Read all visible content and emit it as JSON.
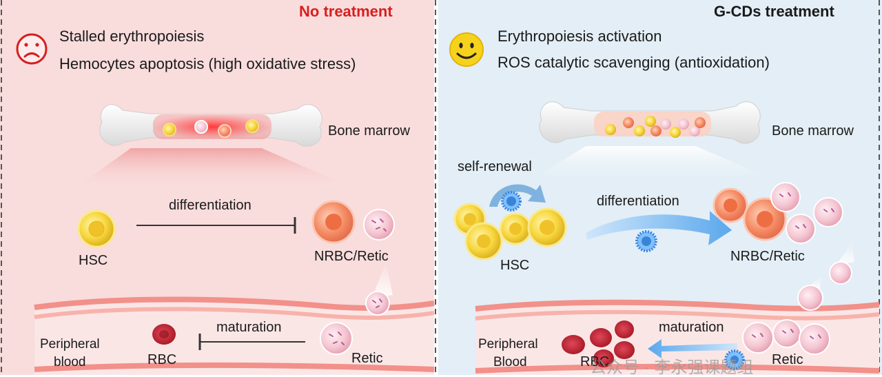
{
  "left": {
    "title": "No treatment",
    "lines": [
      "Stalled erythropoiesis",
      "Hemocytes apoptosis (high oxidative stress)"
    ],
    "bone_label": "Bone marrow",
    "arrow_label": "differentiation",
    "source_cell": "HSC",
    "target_cells": "NRBC/Retic",
    "vessel_arrow_label": "maturation",
    "vessel_region": [
      "Peripheral",
      "blood"
    ],
    "mature_cell": "RBC",
    "immature_cell": "Retic"
  },
  "right": {
    "title": "G-CDs treatment",
    "lines": [
      "Erythropoiesis activation",
      "ROS catalytic scavenging (antioxidation)"
    ],
    "bone_label": "Bone marrow",
    "renewal_label": "self-renewal",
    "arrow_label": "differentiation",
    "source_cell": "HSC",
    "target_cells": "NRBC/Retic",
    "vessel_arrow_label": "maturation",
    "vessel_region": [
      "Peripheral",
      "Blood"
    ],
    "mature_cell": "RBC",
    "immature_cell": "Retic"
  },
  "watermark": "公众号 · 李永强课题组",
  "colors": {
    "left_panel_bg": "#f9dcdc",
    "right_panel_bg": "#e3eef6",
    "left_title": "#d81e1e",
    "right_title": "#111111",
    "hsc_cell": "#f7d840",
    "nrbc_cell": "#f48a62",
    "retic_cell": "#f4c6d2",
    "rbc_cell": "#c2222e",
    "g_cd_particle": "#3a84d8",
    "vessel_wall": "#f2908a"
  }
}
